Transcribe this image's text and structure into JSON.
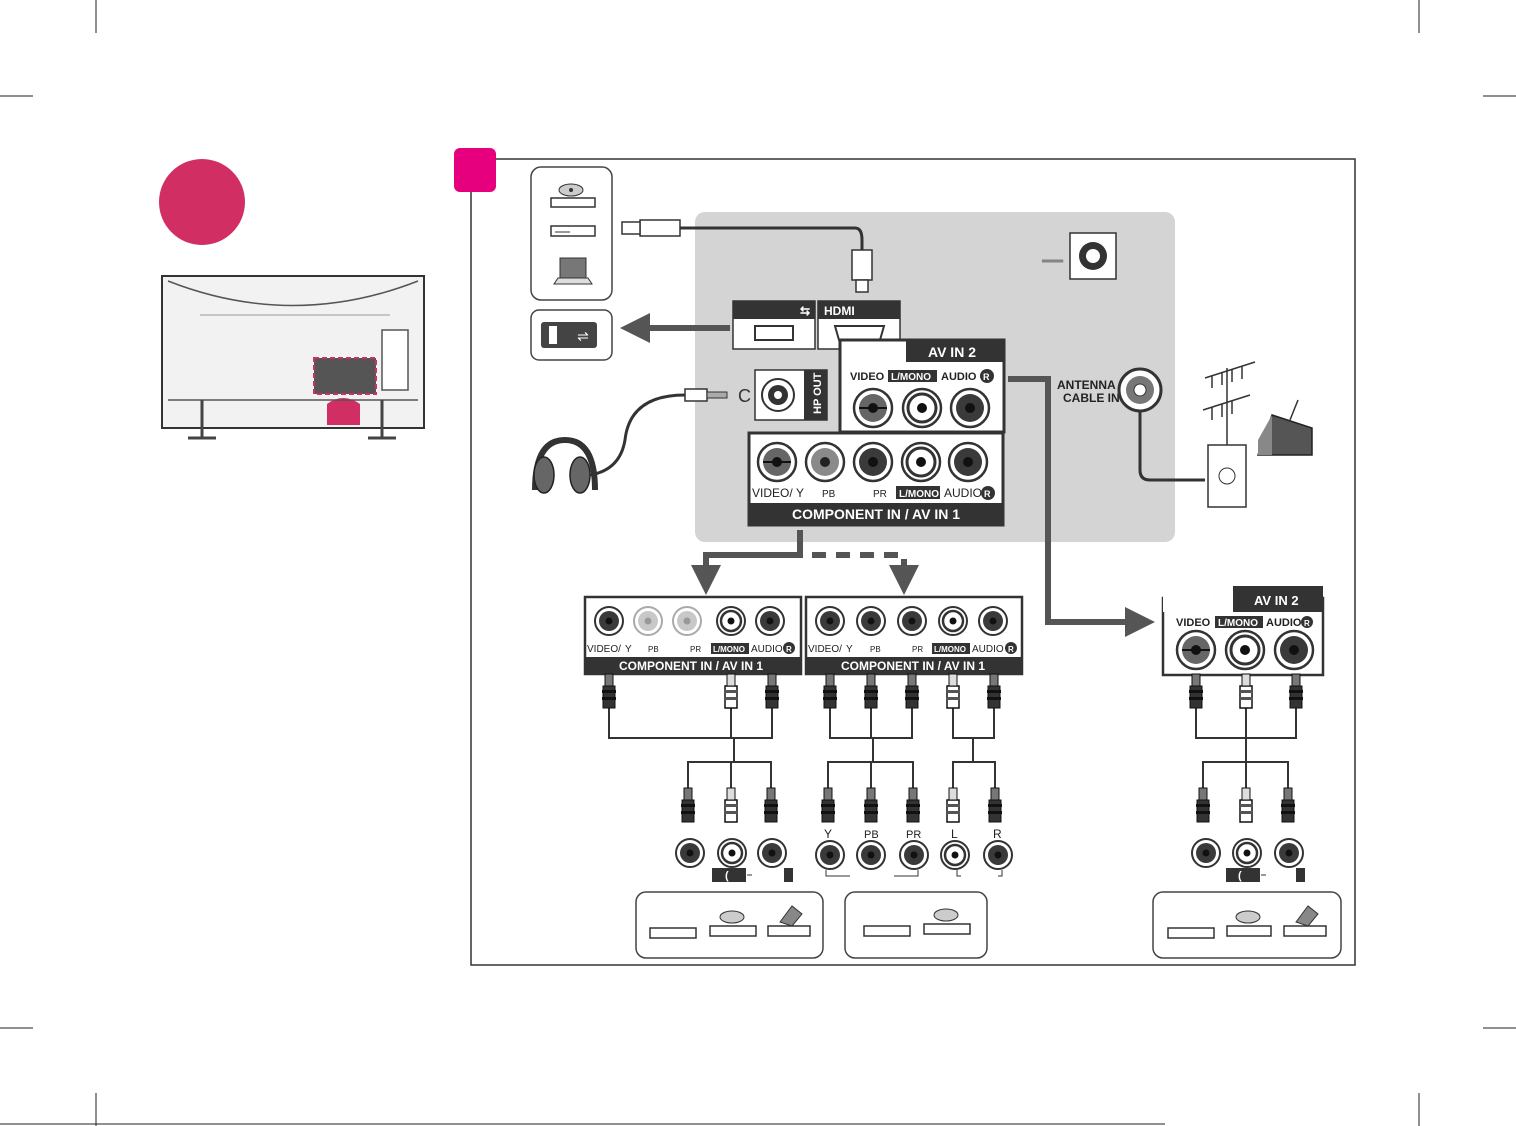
{
  "ports": {
    "av_in_2_title": "AV IN 2",
    "video": "VIDEO",
    "l_mono": "L/MONO",
    "audio": "AUDIO",
    "r": "R",
    "hp_out": "HP OUT",
    "antenna_line1": "ANTENNA /",
    "antenna_line2": "CABLE IN",
    "video_y": "VIDEO/",
    "y": "Y",
    "pb": "PB",
    "pr": "PR",
    "component_av_in_1": "COMPONENT IN / AV IN 1"
  },
  "source_jacks": {
    "y": "Y",
    "pb": "PB",
    "pr": "PR",
    "l": "L",
    "r": "R"
  },
  "colors": {
    "accent_magenta": "#e6007e",
    "badge_pink": "#d12f64",
    "panel_gray": "#d4d4d4",
    "port_band": "#4a4a4a",
    "arrow_gray": "#555555"
  },
  "icons": [
    "dvd-player-icon",
    "set-top-box-icon",
    "laptop-icon",
    "usb-drive-icon",
    "headphones-icon",
    "antenna-icon",
    "house-icon",
    "wall-jack-icon",
    "camcorder-icon"
  ]
}
